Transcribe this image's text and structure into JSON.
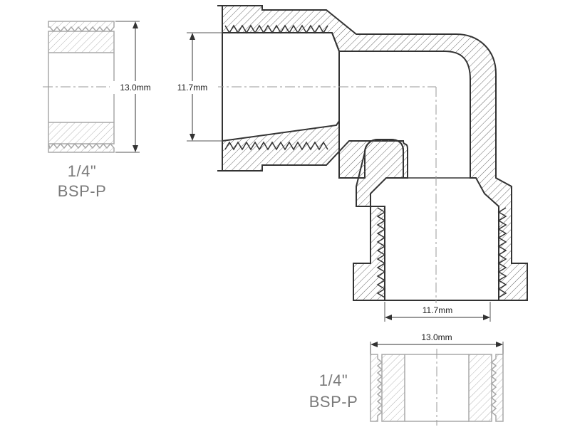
{
  "colors": {
    "outline": "#333333",
    "hatch": "#666666",
    "centerline": "#9a9a9a",
    "light_part": "#a8a8a8",
    "spec_text": "#7a7a7a"
  },
  "left_detail": {
    "dimension": "13.0mm",
    "size": "1/4\"",
    "thread": "BSP-P"
  },
  "elbow": {
    "inlet_dimension": "11.7mm",
    "outlet_dimension": "11.7mm"
  },
  "bottom_detail": {
    "dimension": "13.0mm",
    "size": "1/4\"",
    "thread": "BSP-P"
  }
}
